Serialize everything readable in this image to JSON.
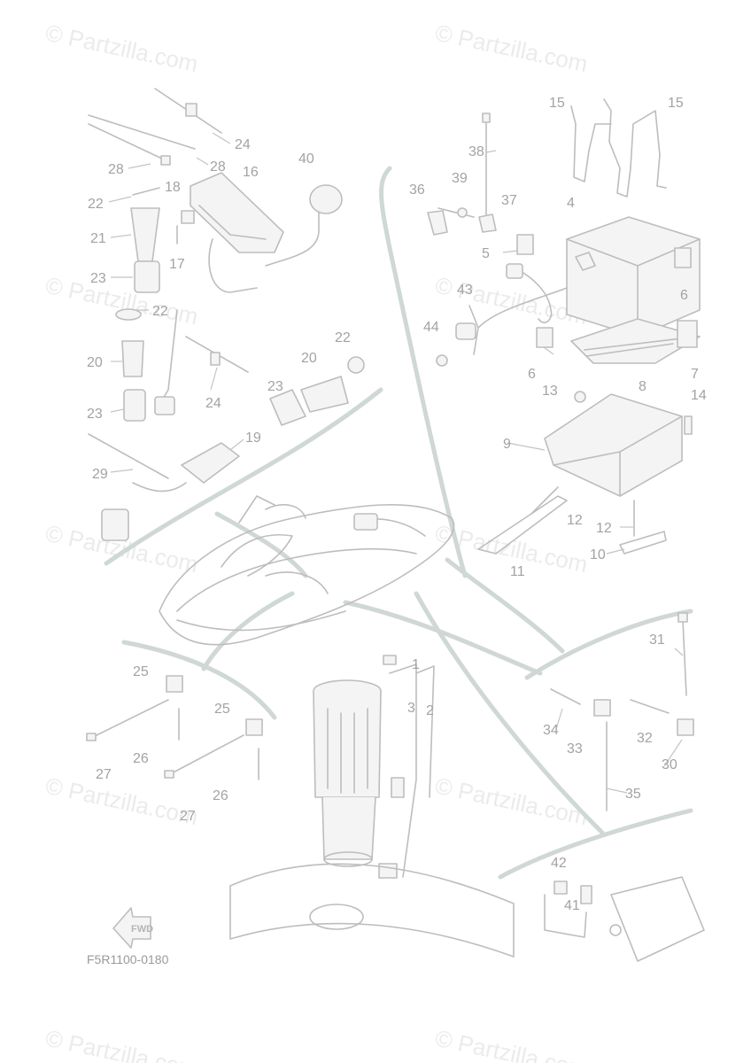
{
  "diagram": {
    "figure_code": "F5R1100-0180",
    "watermark": "© Partzilla.com",
    "direction_marker": "FWD",
    "callouts": [
      "1",
      "2",
      "3",
      "4",
      "5",
      "6",
      "6",
      "7",
      "8",
      "9",
      "10",
      "11",
      "12",
      "12",
      "13",
      "14",
      "15",
      "15",
      "16",
      "17",
      "18",
      "19",
      "20",
      "20",
      "21",
      "22",
      "22",
      "22",
      "23",
      "23",
      "23",
      "24",
      "24",
      "25",
      "25",
      "26",
      "26",
      "27",
      "27",
      "28",
      "28",
      "29",
      "30",
      "31",
      "32",
      "33",
      "34",
      "35",
      "36",
      "37",
      "38",
      "39",
      "40",
      "41",
      "42",
      "43",
      "44"
    ]
  }
}
